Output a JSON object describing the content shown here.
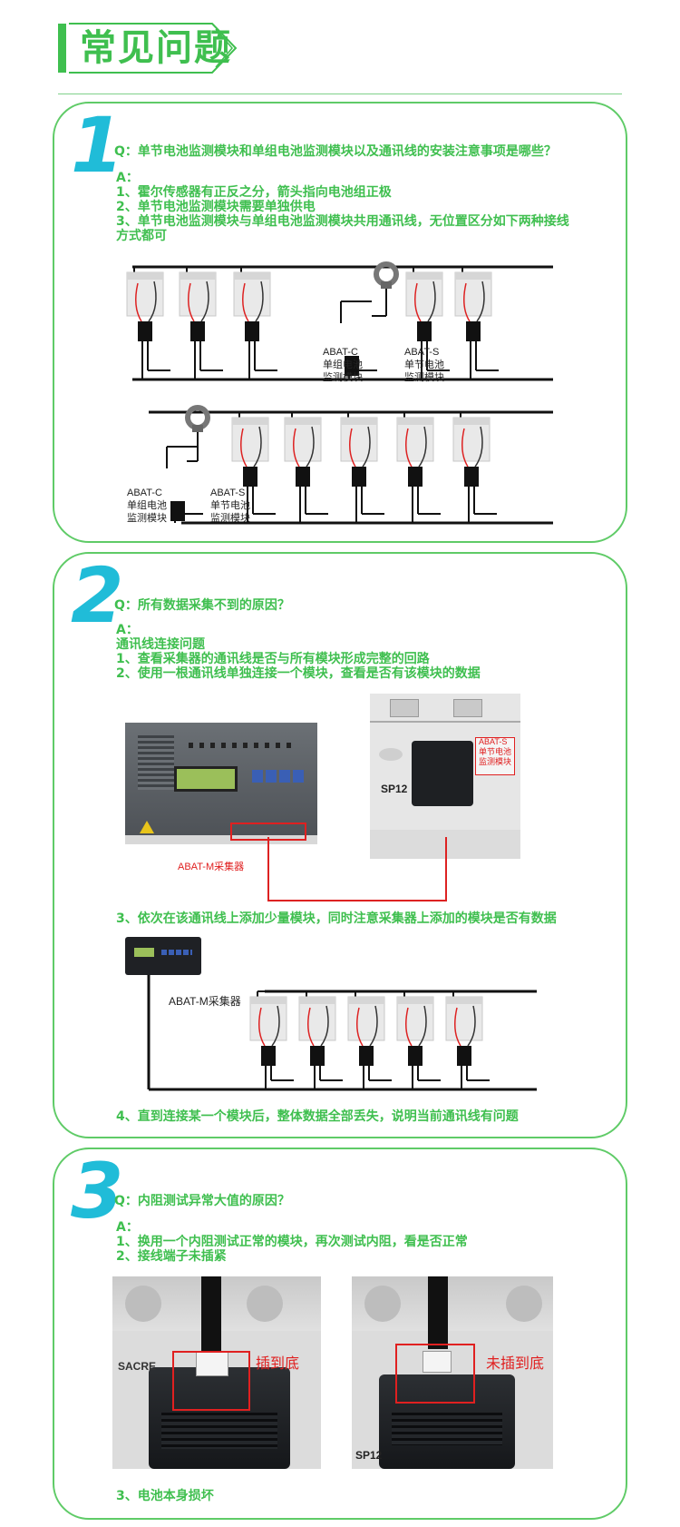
{
  "header": {
    "title": "常见问题"
  },
  "s1": {
    "number": "1",
    "question": "Q：单节电池监测模块和单组电池监测模块以及通讯线的安装注意事项是哪些？",
    "answer_prefix": "A：",
    "lines": [
      "1、霍尔传感器有正反之分，箭头指向电池组正极",
      "2、单节电池监测模块需要单独供电",
      "3、单节电池监测模块与单组电池监测模块共用通讯线，无位置区分如下两种接线",
      "方式都可"
    ],
    "d1": {
      "c1": "ABAT-C",
      "c2": "单组电池",
      "c3": "监测模块",
      "s1": "ABAT-S",
      "s2": "单节电池",
      "s3": "监测模块"
    },
    "d2": {
      "c1": "ABAT-C",
      "c2": "单组电池",
      "c3": "监测模块",
      "s1": "ABAT-S",
      "s2": "单节电池",
      "s3": "监测模块"
    }
  },
  "s2": {
    "number": "2",
    "question": "Q：所有数据采集不到的原因？",
    "answer_prefix": "A：",
    "lines": [
      "通讯线连接问题",
      "1、查看采集器的通讯线是否与所有模块形成完整的回路",
      "2、使用一根通讯线单独连接一个模块，查看是否有该模块的数据"
    ],
    "collector_label": "ABAT-M采集器",
    "module_label": [
      "ABAT-S",
      "单节电池",
      "监测模块"
    ],
    "battery_brand": "SP12",
    "step3": "3、依次在该通讯线上添加少量模块，同时注意采集器上添加的模块是否有数据",
    "collector_label2": "ABAT-M采集器",
    "step4": "4、直到连接某一个模块后，整体数据全部丢失，说明当前通讯线有问题"
  },
  "s3": {
    "number": "3",
    "question": "Q：内阻测试异常大值的原因？",
    "answer_prefix": "A：",
    "lines": [
      "1、换用一个内阻测试正常的模块，再次测试内阻，看是否正常",
      "2、接线端子未插紧"
    ],
    "photo1_label": "插到底",
    "photo2_label": "未插到底",
    "battery_brand": "SP12",
    "step3": "3、电池本身损坏"
  }
}
